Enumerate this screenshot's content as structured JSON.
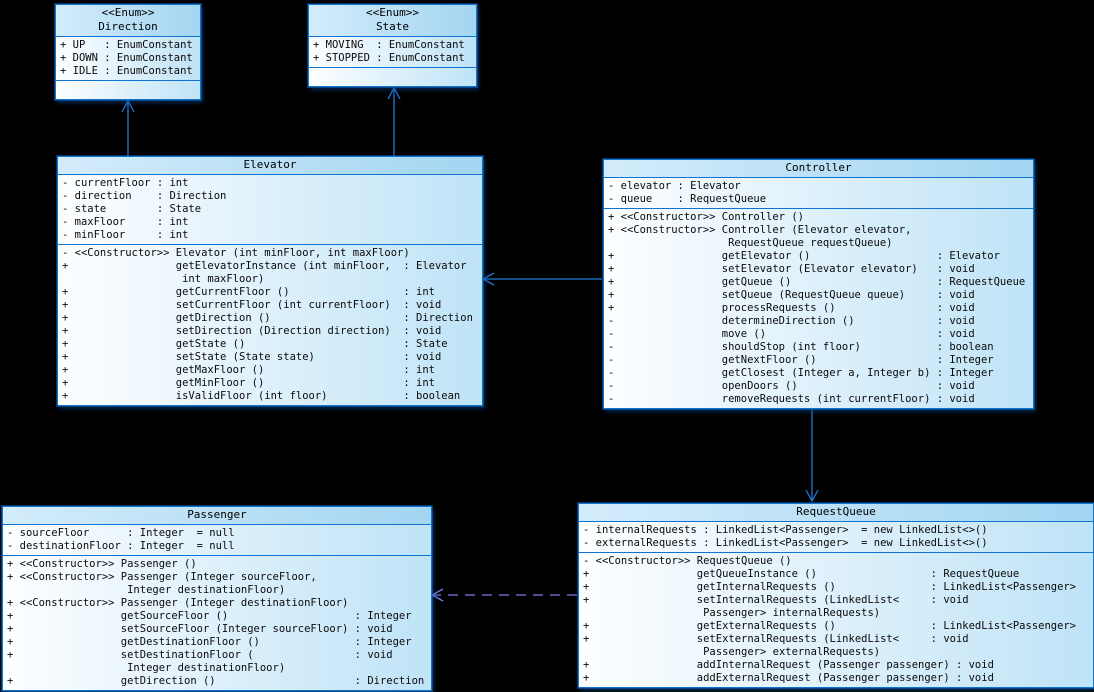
{
  "diagram": {
    "kind": "uml-class-diagram",
    "colors": {
      "canvas_background": "#000000",
      "box_border": "#0e74d1",
      "header_fill_left": "#d3ecfb",
      "header_fill_right": "#a3d5f1",
      "body_fill_left": "#fdfeff",
      "body_fill_right": "#bfe3f7",
      "solid_connector": "#1f7ad8",
      "dashed_connector": "#7b7bea",
      "text": "#0a0a0a"
    },
    "classes": {
      "direction": {
        "stereotype": "<<Enum>>",
        "name": "Direction",
        "name_pad": 4,
        "attributes": [
          {
            "vis": "+",
            "name": "UP",
            "type": "EnumConstant"
          },
          {
            "vis": "+",
            "name": "DOWN",
            "type": "EnumConstant"
          },
          {
            "vis": "+",
            "name": "IDLE",
            "type": "EnumConstant"
          }
        ],
        "operations": []
      },
      "state": {
        "stereotype": "<<Enum>>",
        "name": "State",
        "name_pad": 7,
        "attributes": [
          {
            "vis": "+",
            "name": "MOVING",
            "type": "EnumConstant"
          },
          {
            "vis": "+",
            "name": "STOPPED",
            "type": "EnumConstant"
          }
        ],
        "operations": []
      },
      "elevator": {
        "name": "Elevator",
        "name_pad": 12,
        "sig_pad": 36,
        "attributes": [
          {
            "vis": "-",
            "name": "currentFloor",
            "type": "int"
          },
          {
            "vis": "-",
            "name": "direction",
            "type": "Direction"
          },
          {
            "vis": "-",
            "name": "state",
            "type": "State"
          },
          {
            "vis": "-",
            "name": "maxFloor",
            "type": "int"
          },
          {
            "vis": "-",
            "name": "minFloor",
            "type": "int"
          }
        ],
        "operations": [
          {
            "vis": "-",
            "stereotype": "<<Constructor>>",
            "sig": "Elevator (int minFloor, int maxFloor)"
          },
          {
            "vis": "+",
            "sig": "getElevatorInstance (int minFloor,",
            "ret": "Elevator"
          },
          {
            "cont": "int maxFloor)"
          },
          {
            "vis": "+",
            "sig": "getCurrentFloor ()",
            "ret": "int"
          },
          {
            "vis": "+",
            "sig": "setCurrentFloor (int currentFloor)",
            "ret": "void"
          },
          {
            "vis": "+",
            "sig": "getDirection ()",
            "ret": "Direction"
          },
          {
            "vis": "+",
            "sig": "setDirection (Direction direction)",
            "ret": "void"
          },
          {
            "vis": "+",
            "sig": "getState ()",
            "ret": "State"
          },
          {
            "vis": "+",
            "sig": "setState (State state)",
            "ret": "void"
          },
          {
            "vis": "+",
            "sig": "getMaxFloor ()",
            "ret": "int"
          },
          {
            "vis": "+",
            "sig": "getMinFloor ()",
            "ret": "int"
          },
          {
            "vis": "+",
            "sig": "isValidFloor (int floor)",
            "ret": "boolean"
          }
        ]
      },
      "controller": {
        "name": "Controller",
        "name_pad": 8,
        "sig_pad": 34,
        "attributes": [
          {
            "vis": "-",
            "name": "elevator",
            "type": "Elevator"
          },
          {
            "vis": "-",
            "name": "queue",
            "type": "RequestQueue"
          }
        ],
        "operations": [
          {
            "vis": "+",
            "stereotype": "<<Constructor>>",
            "sig": "Controller ()"
          },
          {
            "vis": "+",
            "stereotype": "<<Constructor>>",
            "sig": "Controller (Elevator elevator,"
          },
          {
            "cont": "RequestQueue requestQueue)"
          },
          {
            "vis": "+",
            "sig": "getElevator ()",
            "ret": "Elevator"
          },
          {
            "vis": "+",
            "sig": "setElevator (Elevator elevator)",
            "ret": "void"
          },
          {
            "vis": "+",
            "sig": "getQueue ()",
            "ret": "RequestQueue"
          },
          {
            "vis": "+",
            "sig": "setQueue (RequestQueue queue)",
            "ret": "void"
          },
          {
            "vis": "+",
            "sig": "processRequests ()",
            "ret": "void"
          },
          {
            "vis": "-",
            "sig": "determineDirection ()",
            "ret": "void"
          },
          {
            "vis": "-",
            "sig": "move ()",
            "ret": "void"
          },
          {
            "vis": "-",
            "sig": "shouldStop (int floor)",
            "ret": "boolean"
          },
          {
            "vis": "-",
            "sig": "getNextFloor ()",
            "ret": "Integer"
          },
          {
            "vis": "-",
            "sig": "getClosest (Integer a, Integer b)",
            "ret": "Integer"
          },
          {
            "vis": "-",
            "sig": "openDoors ()",
            "ret": "void"
          },
          {
            "vis": "-",
            "sig": "removeRequests (int currentFloor)",
            "ret": "void"
          }
        ]
      },
      "passenger": {
        "name": "Passenger",
        "name_pad": 16,
        "type_pad": 9,
        "sig_pad": 37,
        "attributes": [
          {
            "vis": "-",
            "name": "sourceFloor",
            "type": "Integer",
            "default": "null"
          },
          {
            "vis": "-",
            "name": "destinationFloor",
            "type": "Integer",
            "default": "null"
          }
        ],
        "operations": [
          {
            "vis": "+",
            "stereotype": "<<Constructor>>",
            "sig": "Passenger ()"
          },
          {
            "vis": "+",
            "stereotype": "<<Constructor>>",
            "sig": "Passenger (Integer sourceFloor,"
          },
          {
            "cont": "Integer destinationFloor)"
          },
          {
            "vis": "+",
            "stereotype": "<<Constructor>>",
            "sig": "Passenger (Integer destinationFloor)"
          },
          {
            "vis": "+",
            "sig": "getSourceFloor ()",
            "ret": "Integer"
          },
          {
            "vis": "+",
            "sig": "setSourceFloor (Integer sourceFloor)",
            "ret": "void"
          },
          {
            "vis": "+",
            "sig": "getDestinationFloor ()",
            "ret": "Integer"
          },
          {
            "vis": "+",
            "sig": "setDestinationFloor (",
            "ret": "void"
          },
          {
            "cont": "Integer destinationFloor)"
          },
          {
            "vis": "+",
            "sig": "getDirection ()",
            "ret": "Direction"
          }
        ]
      },
      "request_queue": {
        "name": "RequestQueue",
        "name_pad": 16,
        "type_pad": 23,
        "sig_pad": 37,
        "attributes": [
          {
            "vis": "-",
            "name": "internalRequests",
            "type": "LinkedList<Passenger>",
            "default": "new LinkedList<>()"
          },
          {
            "vis": "-",
            "name": "externalRequests",
            "type": "LinkedList<Passenger>",
            "default": "new LinkedList<>()"
          }
        ],
        "operations": [
          {
            "vis": "-",
            "stereotype": "<<Constructor>>",
            "sig": "RequestQueue ()"
          },
          {
            "vis": "+",
            "sig": "getQueueInstance ()",
            "ret": "RequestQueue"
          },
          {
            "vis": "+",
            "sig": "getInternalRequests ()",
            "ret": "LinkedList<Passenger>"
          },
          {
            "vis": "+",
            "sig": "setInternalRequests (LinkedList<",
            "ret": "void"
          },
          {
            "cont": "Passenger> internalRequests)"
          },
          {
            "vis": "+",
            "sig": "getExternalRequests ()",
            "ret": "LinkedList<Passenger>"
          },
          {
            "vis": "+",
            "sig": "setExternalRequests (LinkedList<",
            "ret": "void"
          },
          {
            "cont": "Passenger> externalRequests)"
          },
          {
            "vis": "+",
            "sig": "addInternalRequest (Passenger passenger)",
            "ret": "void"
          },
          {
            "vis": "+",
            "sig": "addExternalRequest (Passenger passenger)",
            "ret": "void"
          }
        ]
      }
    },
    "relationships": [
      {
        "from": "Elevator",
        "to": "Direction",
        "style": "solid",
        "arrowhead": "open"
      },
      {
        "from": "Elevator",
        "to": "State",
        "style": "solid",
        "arrowhead": "open"
      },
      {
        "from": "Controller",
        "to": "Elevator",
        "style": "solid",
        "arrowhead": "open"
      },
      {
        "from": "Controller",
        "to": "RequestQueue",
        "style": "solid",
        "arrowhead": "open"
      },
      {
        "from": "RequestQueue",
        "to": "Passenger",
        "style": "dashed",
        "arrowhead": "open"
      }
    ]
  }
}
